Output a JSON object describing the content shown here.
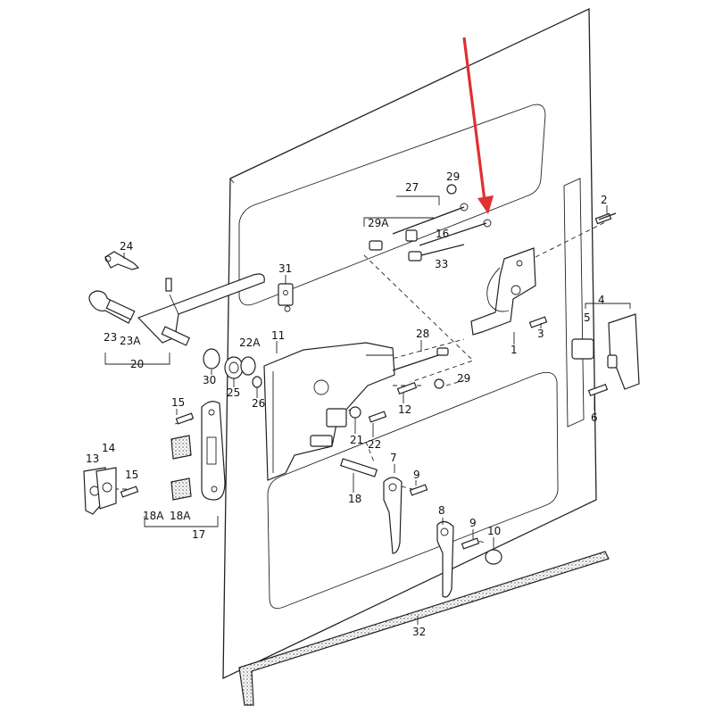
{
  "diagram": {
    "labels": [
      {
        "id": "l24",
        "text": "24"
      },
      {
        "id": "l31",
        "text": "31"
      },
      {
        "id": "l23",
        "text": "23"
      },
      {
        "id": "l23a",
        "text": "23A"
      },
      {
        "id": "l20",
        "text": "20"
      },
      {
        "id": "l27",
        "text": "27"
      },
      {
        "id": "l29top",
        "text": "29"
      },
      {
        "id": "l29a",
        "text": "29A"
      },
      {
        "id": "l16",
        "text": "16"
      },
      {
        "id": "l33",
        "text": "33"
      },
      {
        "id": "l2",
        "text": "2"
      },
      {
        "id": "l22a",
        "text": "22A"
      },
      {
        "id": "l11",
        "text": "11"
      },
      {
        "id": "l28",
        "text": "28"
      },
      {
        "id": "l1",
        "text": "1"
      },
      {
        "id": "l3",
        "text": "3"
      },
      {
        "id": "l4",
        "text": "4"
      },
      {
        "id": "l5",
        "text": "5"
      },
      {
        "id": "l30",
        "text": "30"
      },
      {
        "id": "l25",
        "text": "25"
      },
      {
        "id": "l26",
        "text": "26"
      },
      {
        "id": "l12",
        "text": "12"
      },
      {
        "id": "l29mid",
        "text": "29"
      },
      {
        "id": "l6",
        "text": "6"
      },
      {
        "id": "l15a",
        "text": "15"
      },
      {
        "id": "l21",
        "text": "21"
      },
      {
        "id": "l22",
        "text": "22"
      },
      {
        "id": "l13",
        "text": "13"
      },
      {
        "id": "l14",
        "text": "14"
      },
      {
        "id": "l15b",
        "text": "15"
      },
      {
        "id": "l7",
        "text": "7"
      },
      {
        "id": "l9a",
        "text": "9"
      },
      {
        "id": "l18",
        "text": "18"
      },
      {
        "id": "l18a1",
        "text": "18A"
      },
      {
        "id": "l18a2",
        "text": "18A"
      },
      {
        "id": "l17",
        "text": "17"
      },
      {
        "id": "l8",
        "text": "8"
      },
      {
        "id": "l9b",
        "text": "9"
      },
      {
        "id": "l10",
        "text": "10"
      },
      {
        "id": "l32",
        "text": "32"
      }
    ],
    "arrow_color": "#e03030",
    "line_color": "#222222"
  }
}
